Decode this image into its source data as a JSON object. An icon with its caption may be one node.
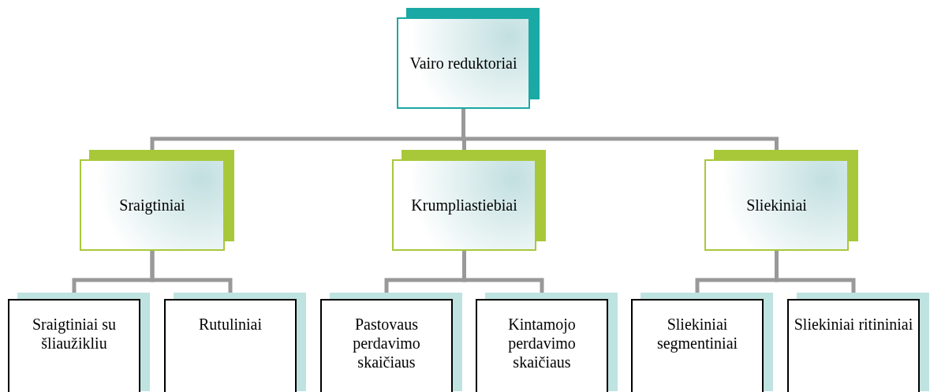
{
  "diagram": {
    "nodes": [
      {
        "text": [
          "Vairo reduktoriai"
        ]
      },
      {
        "text": [
          "Sraigtiniai"
        ]
      },
      {
        "text": [
          "Krumpliastiebiai"
        ]
      },
      {
        "text": [
          "Sliekiniai"
        ]
      },
      {
        "text": [
          "Sraigtiniai su šliaužikliu"
        ]
      },
      {
        "text": [
          "Rutuliniai"
        ]
      },
      {
        "text": [
          "Pastovaus perdavimo skaičiaus"
        ]
      },
      {
        "text": [
          "Kintamojo perdavimo skaičiaus"
        ]
      },
      {
        "text": [
          "Sliekiniai segmentiniai"
        ]
      },
      {
        "text": [
          "Sliekiniai ritininiai"
        ]
      }
    ],
    "edges": [
      {
        "from": 0,
        "to": 1,
        "arrow": "none"
      },
      {
        "from": 0,
        "to": 2,
        "arrow": "none"
      },
      {
        "from": 0,
        "to": 3,
        "arrow": "none"
      },
      {
        "from": 1,
        "to": 4,
        "arrow": "none"
      },
      {
        "from": 1,
        "to": 5,
        "arrow": "none"
      },
      {
        "from": 2,
        "to": 6,
        "arrow": "none"
      },
      {
        "from": 2,
        "to": 7,
        "arrow": "none"
      },
      {
        "from": 3,
        "to": 8,
        "arrow": "none"
      },
      {
        "from": 3,
        "to": 9,
        "arrow": "none"
      }
    ]
  }
}
